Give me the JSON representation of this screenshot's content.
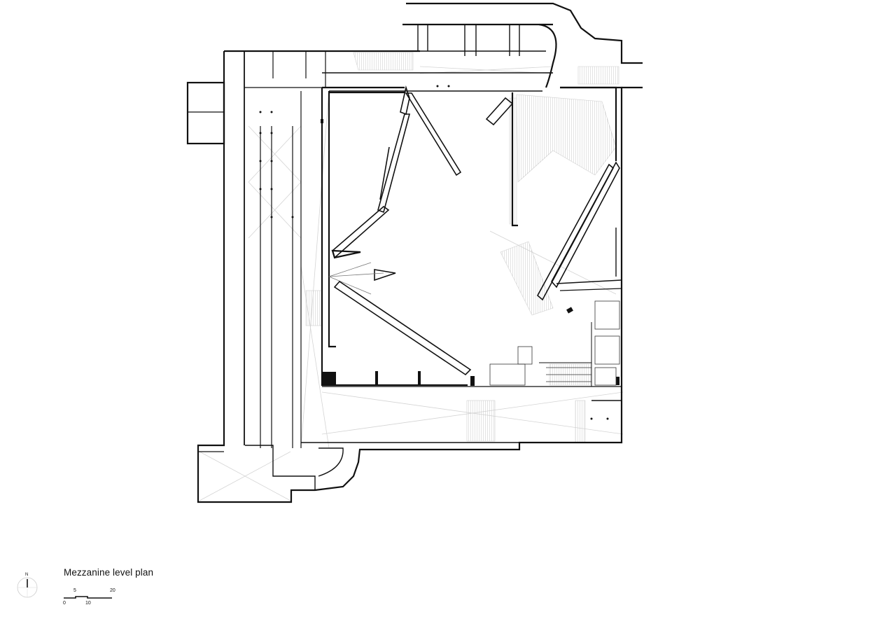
{
  "drawing": {
    "title": "Mezzanine level plan",
    "north_label": "N",
    "scale_bar": {
      "ticks_top": [
        "5",
        "20"
      ],
      "ticks_bottom": [
        "0",
        "10"
      ]
    },
    "colors": {
      "line": "#111111",
      "light_line": "#bbbbbb",
      "hatch": "#cccccc",
      "background": "#ffffff"
    }
  }
}
